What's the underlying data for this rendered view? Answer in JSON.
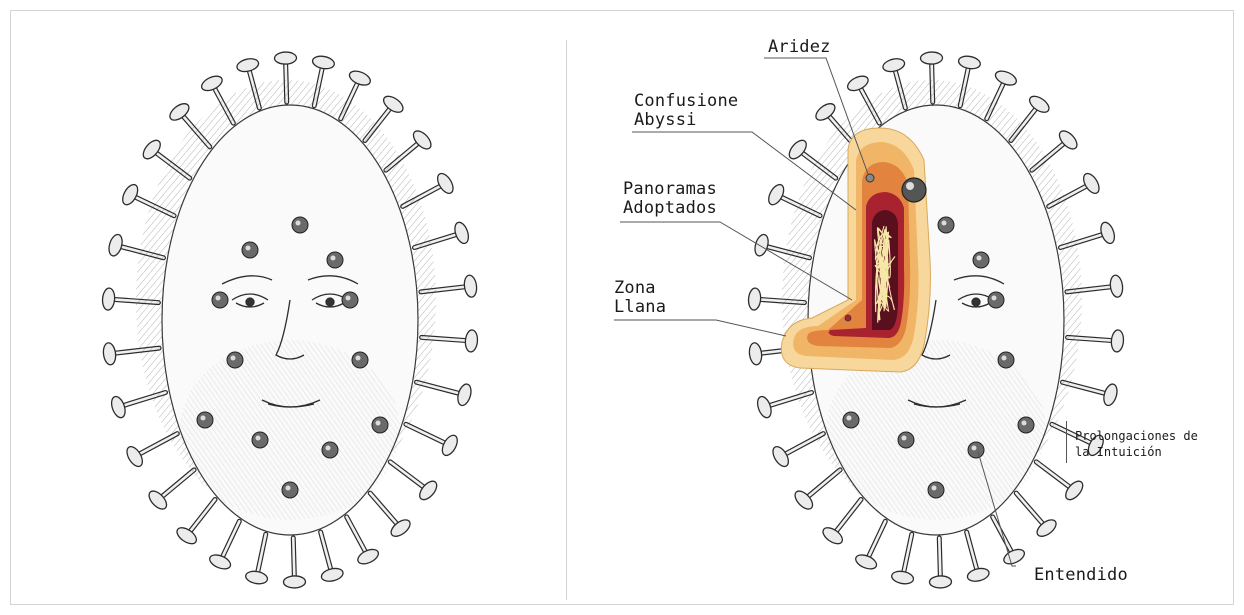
{
  "labels": {
    "aridez": "Aridez",
    "confusione_line1": "Confusione",
    "confusione_line2": "Abyssi",
    "panoramas_line1": "Panoramas",
    "panoramas_line2": "Adoptados",
    "zona_line1": "Zona",
    "zona_line2": "Llana",
    "prolongaciones_line1": "Prolongaciones de",
    "prolongaciones_line2": "la Intuición",
    "entendido": "Entendido"
  },
  "colors": {
    "ink": "#2a2a2a",
    "layer_outer": "#f7d79b",
    "layer_2": "#f1b567",
    "layer_3": "#e2843f",
    "layer_4": "#a8232f",
    "layer_core": "#5a0f1e",
    "threads": "#f6e7a8"
  }
}
